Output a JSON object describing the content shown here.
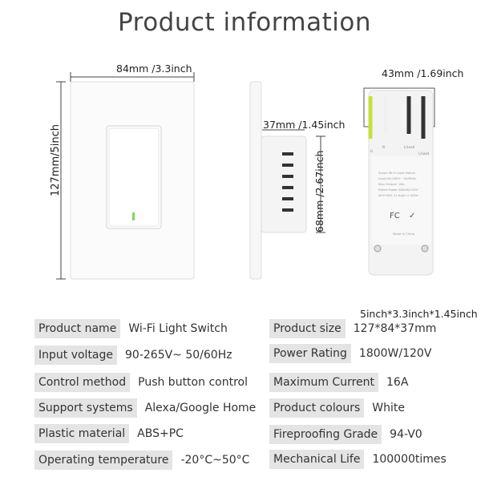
{
  "title": "Product information",
  "dimensions": {
    "front_width": "84mm /3.3inch",
    "front_height": "127mm/5inch",
    "side_depth": "37mm /1.45inch",
    "side_height": "68mm /2.67inch",
    "back_width": "43mm /1.69inch",
    "size_inch": "5inch*3.3inch*1.45inch"
  },
  "back_label": {
    "wires": [
      "G",
      "N",
      "L/Load",
      "L/Load"
    ],
    "lines": [
      "Smart Wi-Fi Light Switch",
      "Input:90-265V~ 50/60Hz",
      "Max Output: 16A",
      "Rated Power:1800W/120V",
      "Wi-Fi:802.11 b/g/n 2.4GHz"
    ],
    "made_in": "Made In China",
    "fc": "FC"
  },
  "specs_left": [
    {
      "label": "Product name",
      "value": "Wi-Fi Light Switch"
    },
    {
      "label": "Input voltage",
      "value": "90-265V~  50/60Hz"
    },
    {
      "label": "Control method",
      "value": "Push button control"
    },
    {
      "label": "Support systems",
      "value": "Alexa/Google Home"
    },
    {
      "label": "Plastic material",
      "value": "ABS+PC"
    },
    {
      "label": "Operating temperature",
      "value": "-20°C~50°C"
    }
  ],
  "specs_right": [
    {
      "label": "Product size",
      "value": "127*84*37mm"
    },
    {
      "label": "Power Rating",
      "value": "1800W/120V"
    },
    {
      "label": "Maximum Current",
      "value": "16A"
    },
    {
      "label": "Product colours",
      "value": "White"
    },
    {
      "label": "Fireproofing Grade",
      "value": "94-V0"
    },
    {
      "label": "Mechanical Life",
      "value": "100000times"
    }
  ],
  "colors": {
    "led": "#7ed957",
    "ground_wire": "#c6e03a",
    "label_bg": "#e4e4e4"
  }
}
